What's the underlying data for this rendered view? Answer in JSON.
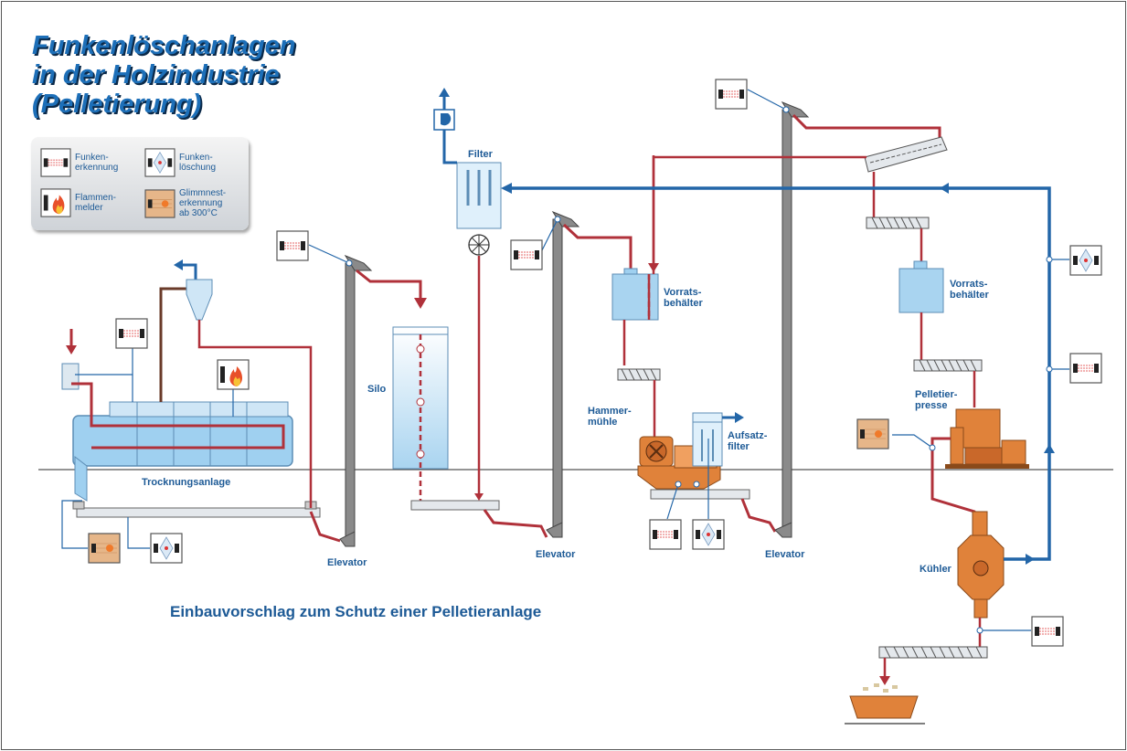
{
  "title": {
    "line1": "Funkenlöschanlagen",
    "line2": "in der Holzindustrie",
    "line3": "(Pelletierung)"
  },
  "legend": {
    "spark_detection": "Funken-\nerkennung",
    "spark_extinction": "Funken-\nlöschung",
    "flame_detector": "Flammen-\nmelder",
    "ember_detection": "Glimmnest-\nerkennung\nab 300°C"
  },
  "labels": {
    "filter": "Filter",
    "silo": "Silo",
    "drying_plant": "Trocknungsanlage",
    "elevator_1": "Elevator",
    "elevator_2": "Elevator",
    "elevator_3": "Elevator",
    "storage_bin_1": "Vorrats-\nbehälter",
    "storage_bin_2": "Vorrats-\nbehälter",
    "hammer_mill": "Hammer-\nmühle",
    "attachment_filter": "Aufsatz-\nfilter",
    "pellet_press": "Pelletier-\npresse",
    "cooler": "Kühler"
  },
  "caption": "Einbauvorschlag zum Schutz einer Pelletieranlage",
  "colors": {
    "title_blue": "#1d6fb8",
    "pipe_blue": "#2366a8",
    "pipe_red": "#b0313a",
    "equipment_blue": "#9fd0f0",
    "equipment_orange": "#e0823a",
    "elevator_gray": "#8a8a8a"
  },
  "icons": {
    "spark_detection": "spark-detector-icon",
    "spark_extinction": "spark-extinguisher-icon",
    "flame_detector": "flame-detector-icon",
    "ember_detection": "ember-detector-icon"
  }
}
